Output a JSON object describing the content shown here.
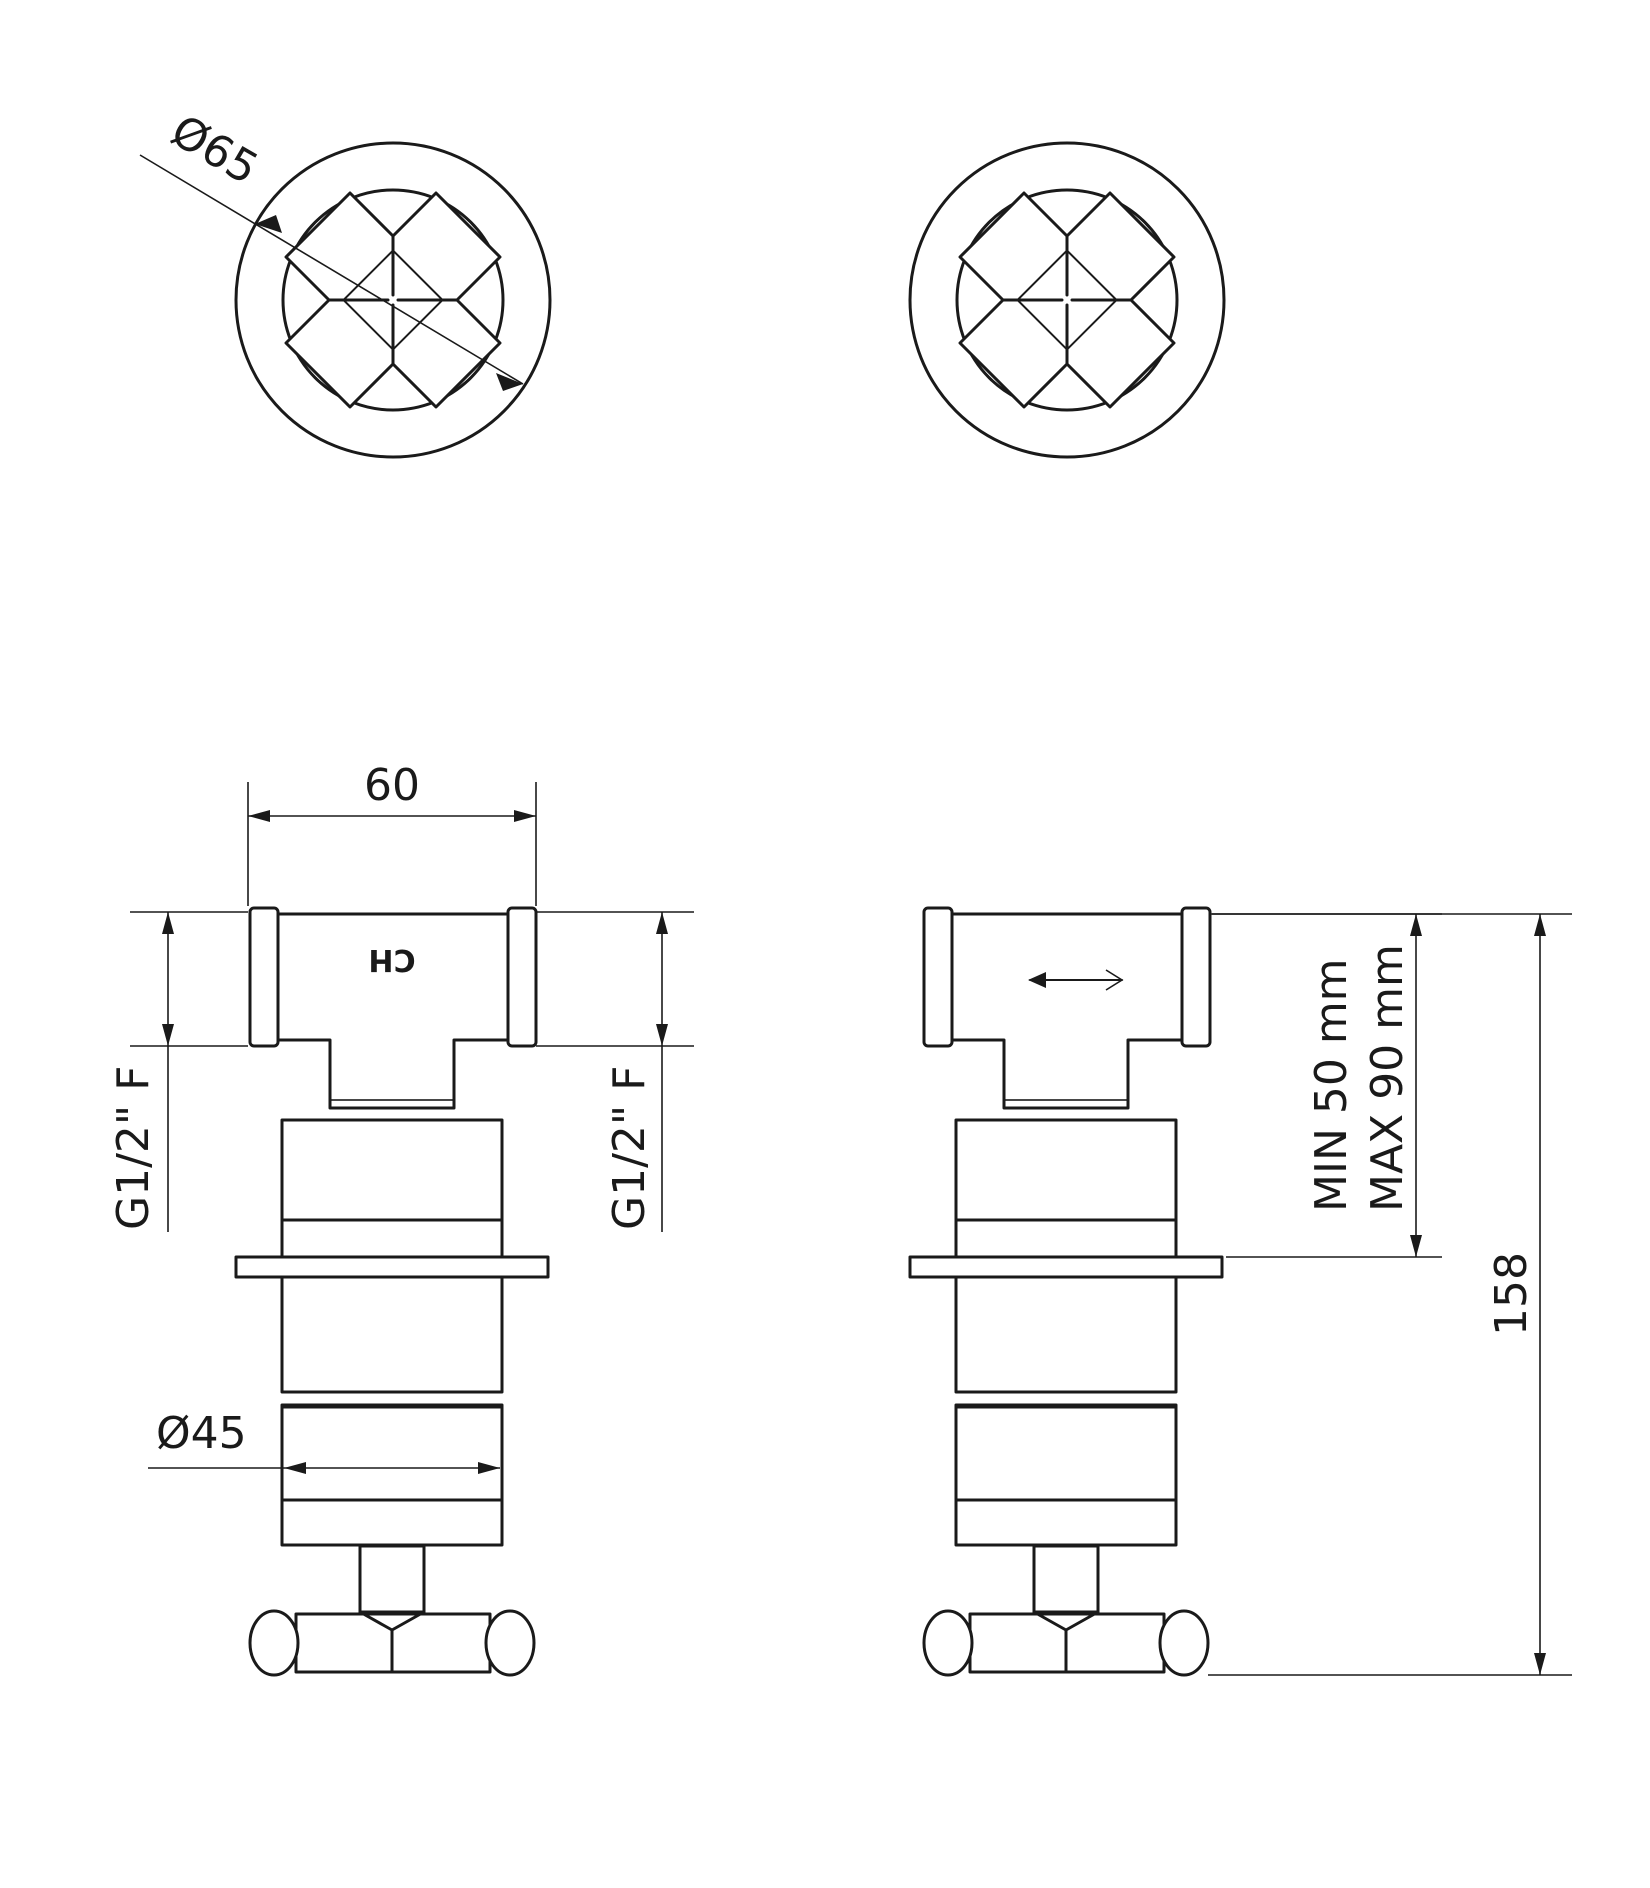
{
  "dimensions": {
    "handle_diameter": "Ø65",
    "body_width": "60",
    "connection_left": "G1/2\" F",
    "connection_right": "G1/2\" F",
    "sleeve_diameter": "Ø45",
    "total_length": "158",
    "min_depth": "MIN 50 mm",
    "max_depth": "MAX 90 mm"
  },
  "markings": {
    "hot_cold": "CH"
  }
}
